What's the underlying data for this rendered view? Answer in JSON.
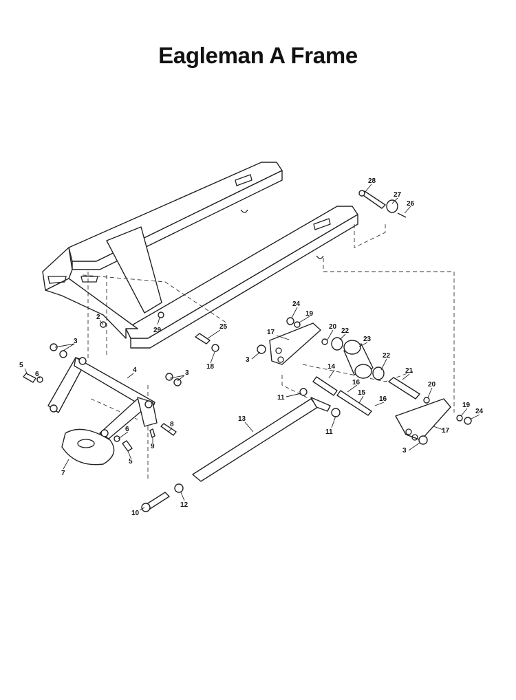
{
  "title": "Eagleman A Frame",
  "callouts": {
    "c28": "28",
    "c27": "27",
    "c26": "26",
    "c24a": "24",
    "c19a": "19",
    "c17a": "17",
    "c20a": "20",
    "c22a": "22",
    "c23": "23",
    "c22b": "22",
    "c21": "21",
    "c20b": "20",
    "c2": "2",
    "c29": "29",
    "c25": "25",
    "c18": "18",
    "c3a": "3",
    "c3b": "3",
    "c3c": "3",
    "c3d": "3",
    "c4": "4",
    "c5a": "5",
    "c6a": "6",
    "c5b": "5",
    "c6b": "6",
    "c14": "14",
    "c16a": "16",
    "c15": "15",
    "c16b": "16",
    "c11a": "11",
    "c11b": "11",
    "c19b": "19",
    "c24b": "24",
    "c17b": "17",
    "c13": "13",
    "c8": "8",
    "c9": "9",
    "c7": "7",
    "c10": "10",
    "c12": "12"
  }
}
